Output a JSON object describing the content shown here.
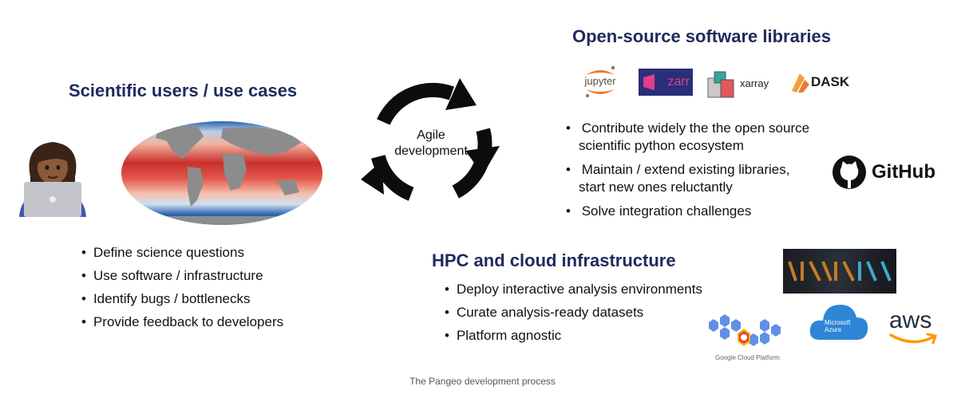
{
  "users": {
    "title": "Scientific users / use cases",
    "bullets": [
      "Define science questions",
      "Use software / infrastructure",
      "Identify bugs / bottlenecks",
      "Provide feedback to developers"
    ]
  },
  "cycle": {
    "line1": "Agile",
    "line2": "development"
  },
  "libraries": {
    "title": "Open-source software libraries",
    "logos": {
      "jupyter": "jupyter",
      "zarr": "zarr",
      "xarray": "xarray",
      "dask": "DASK",
      "github": "GitHub"
    },
    "bullets": [
      [
        "Contribute widely the the open source",
        "scientific python ecosystem"
      ],
      [
        "Maintain / extend existing libraries,",
        "start new ones reluctantly"
      ],
      [
        "Solve integration challenges"
      ]
    ]
  },
  "infrastructure": {
    "title": "HPC and cloud infrastructure",
    "bullets": [
      "Deploy interactive analysis environments",
      "Curate analysis-ready datasets",
      "Platform agnostic"
    ],
    "logos": {
      "google_cloud": "Google Cloud Platform",
      "azure_line1": "Microsoft",
      "azure_line2": "Azure",
      "aws": "aws"
    }
  },
  "caption": "The Pangeo development process",
  "colors": {
    "heading": "#1f2a5c",
    "map_warm": "#c9302c",
    "map_cold": "#2b64b0",
    "land": "#8c8c8c"
  }
}
